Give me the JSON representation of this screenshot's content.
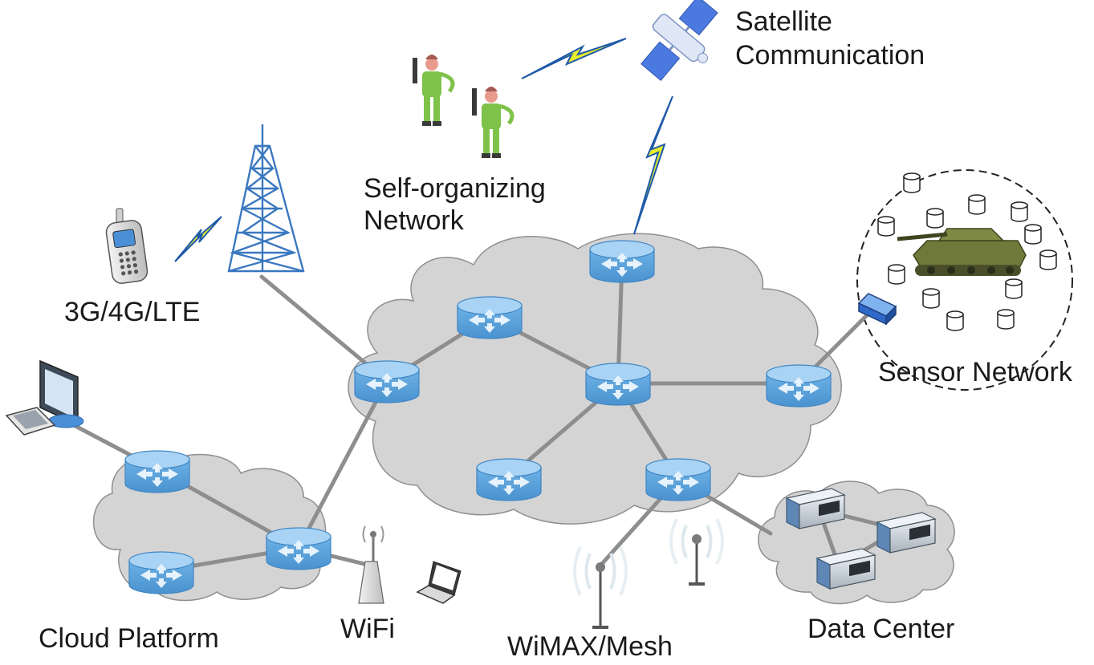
{
  "labels": {
    "satellite_line1": "Satellite",
    "satellite_line2": "Communication",
    "selforg_line1": "Self-organizing",
    "selforg_line2": "Network",
    "cellular": "3G/4G/LTE",
    "sensor": "Sensor Network",
    "cloud": "Cloud Platform",
    "wifi": "WiFi",
    "wimax": "WiMAX/Mesh",
    "datacenter": "Data Center"
  },
  "colors": {
    "cloud_fill": "#d4d4d4",
    "cloud_stroke": "#8f8f8f",
    "link": "#8e8e8e",
    "router_top": "#a8d0f2",
    "router_body": "#5ba3dc",
    "tower": "#3a78c0",
    "lightning_fill": "#e8ef2a",
    "lightning_stroke": "#1f5aa8",
    "soldier": "#7fc24a"
  },
  "icons": [
    "router-icon",
    "tower-icon",
    "phone-icon",
    "satellite-icon",
    "soldier-icon",
    "tank-icon",
    "sensor-node-icon",
    "desktop-icon",
    "laptop-icon",
    "wifi-access-point-icon",
    "antenna-icon",
    "server-icon"
  ]
}
